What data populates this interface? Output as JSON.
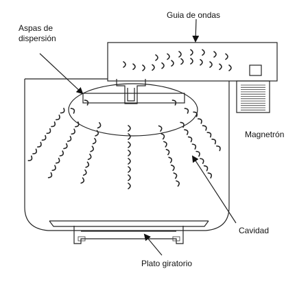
{
  "labels": {
    "waveguide": "Guia de ondas",
    "stirrer_line1": "Aspas de",
    "stirrer_line2": "dispersión",
    "magnetron": "Magnetrón",
    "cavity": "Cavidad",
    "turntable": "Plato giratorio"
  },
  "colors": {
    "ink": "#222222",
    "background": "#ffffff"
  }
}
